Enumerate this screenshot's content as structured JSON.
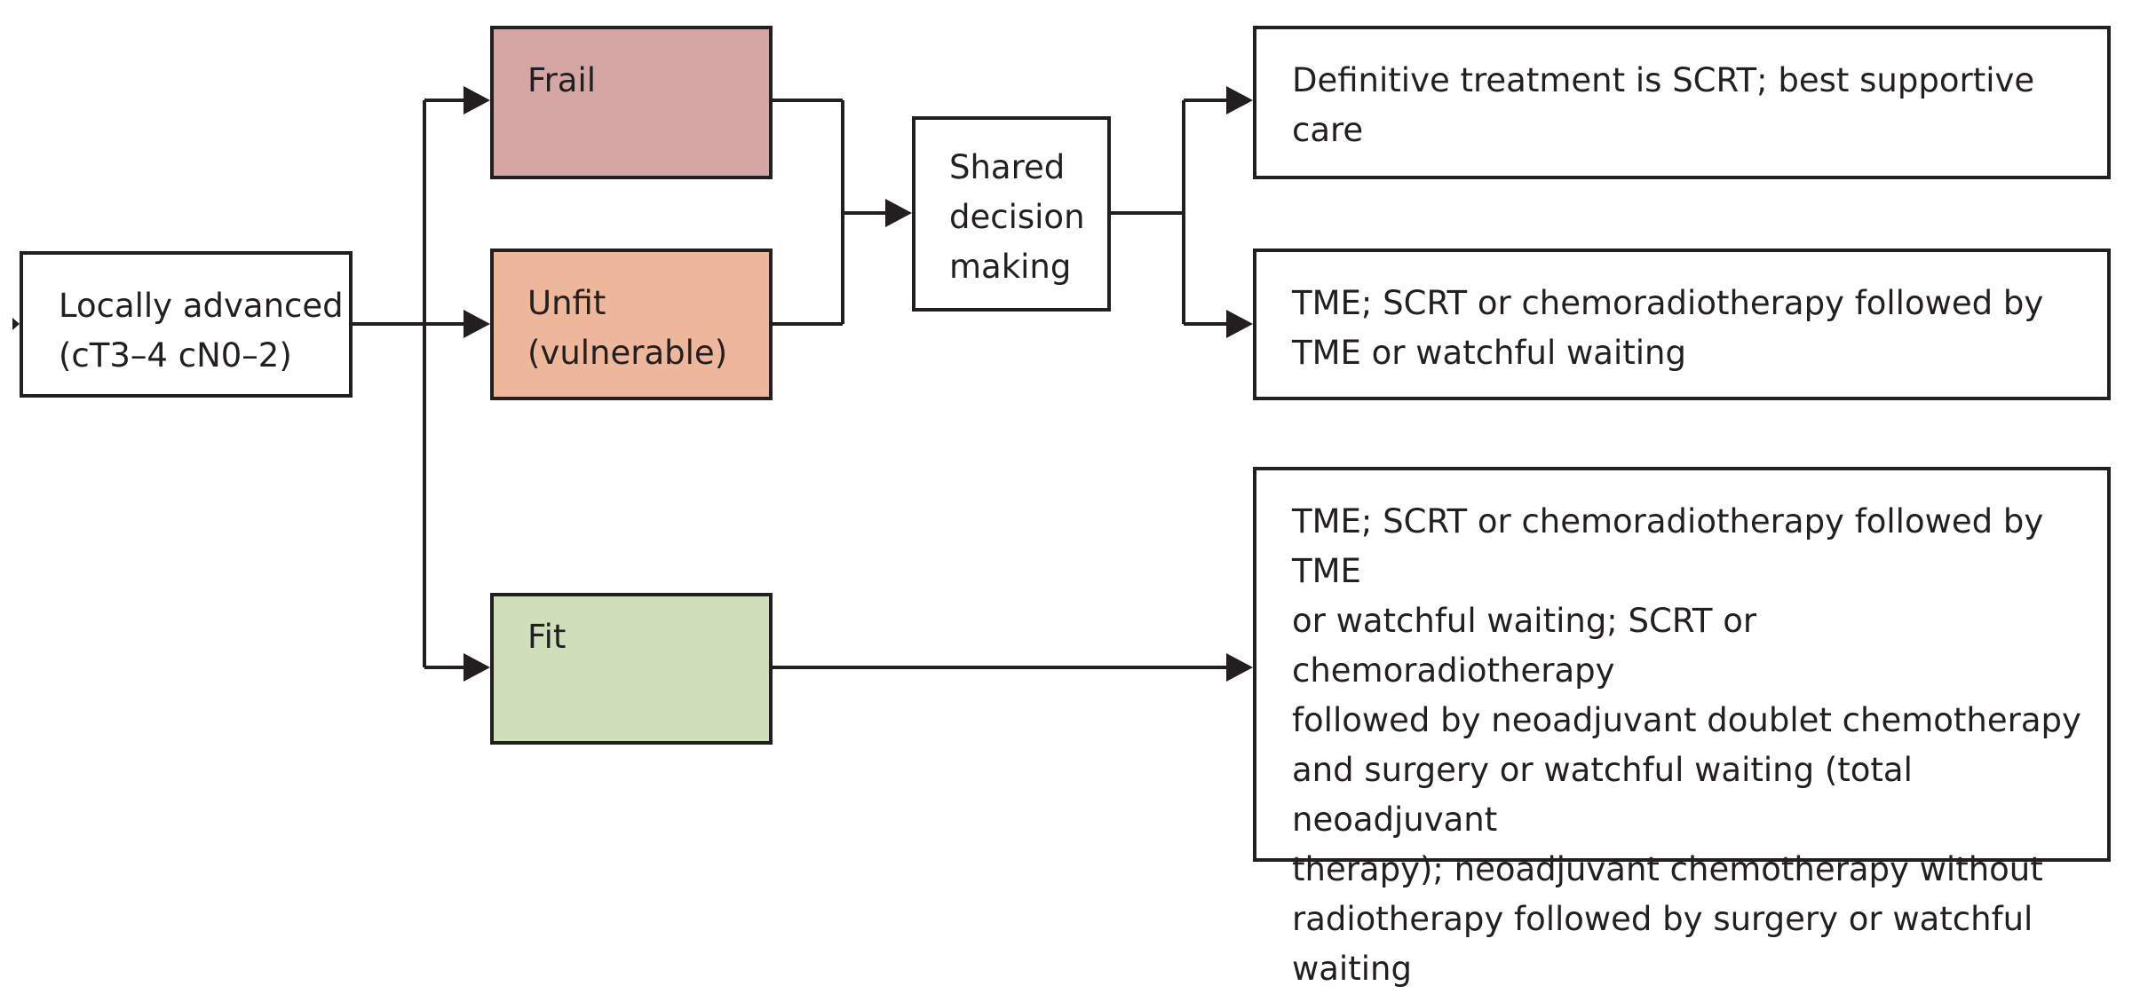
{
  "nodes": {
    "start": [
      "Locally advanced",
      "(cT3–4 cN0–2)"
    ],
    "frail": [
      "Frail"
    ],
    "unfit": [
      "Unfit",
      "(vulnerable)"
    ],
    "fit": [
      "Fit"
    ],
    "shared": [
      "Shared",
      "decision",
      "making"
    ],
    "out1": [
      "Definitive treatment is SCRT; best supportive",
      "care"
    ],
    "out2": [
      "TME; SCRT or chemoradiotherapy followed by",
      "TME or watchful waiting"
    ],
    "out3": [
      "TME; SCRT or chemoradiotherapy followed by TME",
      "or watchful waiting; SCRT or chemoradiotherapy",
      "followed by neoadjuvant doublet chemotherapy",
      "and surgery or watchful waiting (total neoadjuvant",
      "therapy); neoadjuvant chemotherapy without",
      "radiotherapy followed by surgery or watchful",
      "waiting"
    ]
  },
  "colors": {
    "frail": "#d5a6a4",
    "unfit": "#eeb79c",
    "fit": "#cfdfbb",
    "line": "#231f20"
  }
}
